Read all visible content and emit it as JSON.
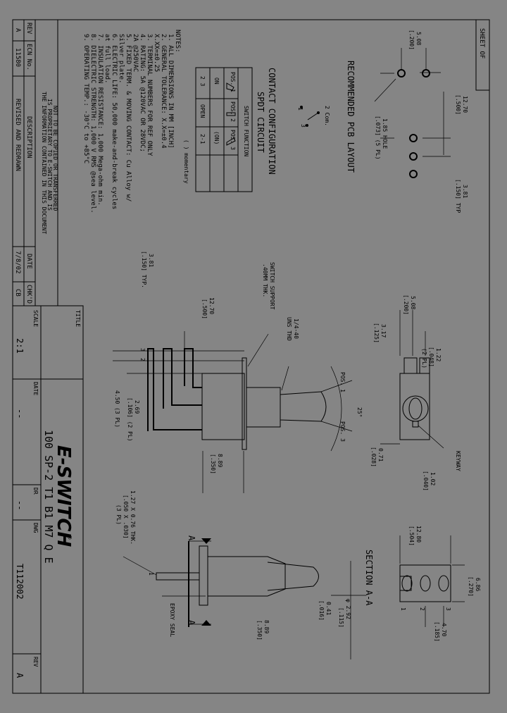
{
  "title_block": {
    "sheet_of": "SHEET   OF",
    "rev_header": "REV",
    "ecn_header": "ECN No.",
    "desc_header": "DESCRIPTION",
    "date_header": "DATE",
    "chkd_header": "CHK'D",
    "rev_a": "A",
    "ecn_a": "11580",
    "desc_a": "REVISED AND REDRAWN",
    "date_a": "7/8/02",
    "chk_a": "CB",
    "proprietary_1": "THE INFORMATION CONTAINED IN THIS DOCUMENT",
    "proprietary_2": "IS PROPRIETARY TO E-SWITCH AND IS",
    "proprietary_3": "NOT TO BE COPIED OR TRANSFERRED",
    "title_label": "TITLE",
    "title_value": "100 SP-2 T1 B1 M7 Q E",
    "scale_label": "SCALE",
    "scale_value": "2:1",
    "date_label": "DATE",
    "date_value": "--",
    "dr_label": "DR",
    "dr_value": "--",
    "dwg_label": "DWG",
    "dwg_value": "T112002",
    "rev_label": "REV",
    "rev_value": "A",
    "logo": "E-SWITCH",
    "logo_mark": "®"
  },
  "notes": {
    "heading": "NOTES:",
    "lines": [
      "1. ALL DIMENSIONS IN MM [INCH]",
      "2. GENERAL TOLERANCE: X.X=±0.4",
      "                     X.XX=±0.25",
      "3. TERMINAL NUMBERS FOR REF ONLY",
      "4. RATING: 5A @120VAC OR 28VDC;",
      "   2A @250VAC",
      "5. FIXED TERM. & MOVING CONTACT: Cu Alloy w/",
      "                                 Silver plate.",
      "6. ELECTRIC LIFE: 50,000 make-and-break cycles",
      "                  at full load.",
      "7. INSULATION RESISTANCE: 1,000 Mega-ohm min.",
      "8. DIELECTRIC STRENGTH: 1,000 V RMS @sea level.",
      "9. OPERATING TEMP.: -30°C to +85°C"
    ]
  },
  "contact_config": {
    "heading": "CONTACT CONFIGURATION",
    "sub_heading": "SPDT CIRCUIT",
    "switch_function": "SWITCH FUNCTION",
    "col_pos1": "POS. 1",
    "col_pos2": "POS. 2",
    "col_pos3": "POS. 3",
    "row_terms": "2 3",
    "row_on": "ON",
    "row_open": "OPEN",
    "row_on2": "(ON)",
    "row_21": "2-1",
    "footnote": "( ) momentary",
    "com_label": "2 Com.",
    "term1": "1",
    "term3": "3"
  },
  "pcb_layout": {
    "heading": "RECOMMENDED PCB LAYOUT",
    "d1": "5.08",
    "d1i": "[.200]",
    "d2": "12.70",
    "d2i": "[.500]",
    "d3": "3.81",
    "d3i": "[.150] TYP",
    "hole": "1.85 HOLE",
    "hole_i": "[.073] (5 PL)"
  },
  "side_view": {
    "support_1": "SWITCH SUPPORT",
    "support_2": ".40MM THK.",
    "thread_1": "1/4-40",
    "thread_2": "UNS THD",
    "d_381": "3.81",
    "d_381i": "[.150] TYP.",
    "d_1270": "12.70",
    "d_1270i": "[.500]",
    "d_269": "2.69",
    "d_269i": "[.106] (2 PL)",
    "d_450": "4.50 (3 PL)",
    "d_889": "8.89",
    "d_889i": "[.350]",
    "term3": "3",
    "term2": "2",
    "pos1": "POS. 1",
    "pos3": "POS. 3",
    "angle": "25°",
    "d_071": "0.71",
    "d_071i": "[.028]",
    "d_508": "5.08",
    "d_508i": "[.200]",
    "d_317": "3.17",
    "d_317i": "[.125]",
    "d_122": "1.22",
    "d_122i": "[.048]",
    "d_122p": "(2 PL)",
    "keyway": "KEYWAY",
    "d_102": "1.02",
    "d_102i": "[.040]"
  },
  "front_view": {
    "a_top": "A",
    "a_bottom": "A",
    "term_dim_1": "1.27 X 0.76 THK.",
    "term_dim_2": "[.050 X .030]",
    "term_dim_3": "(3 PL)",
    "epoxy": "EPOXY SEAL",
    "d_041": "0.41",
    "d_041i": "[.016]",
    "d_292": "φ 2.92",
    "d_292i": "[.115]",
    "d_889": "8.89",
    "d_889i": "[.350]",
    "term1": "1"
  },
  "section_aa": {
    "heading": "SECTION A-A",
    "d_1280": "12.80",
    "d_1280i": "[.504]",
    "d_686": "6.86",
    "d_686i": "[.270]",
    "d_470": "4.70",
    "d_470i": "[.185]",
    "t1": "1",
    "t2": "2",
    "t3": "3"
  }
}
